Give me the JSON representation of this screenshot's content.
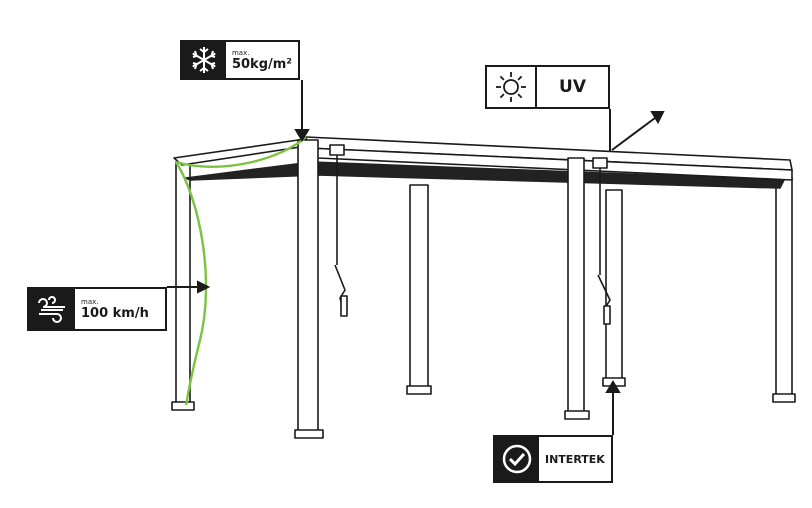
{
  "badges": {
    "snow": {
      "small": "max.",
      "big": "50kg/m²",
      "icon": "snowflake-icon"
    },
    "uv": {
      "big": "UV",
      "icon": "sun-icon"
    },
    "wind": {
      "small": "max.",
      "big": "100 km/h",
      "icon": "wind-icon"
    },
    "intertek": {
      "big": "INTERTEK",
      "icon": "checkmark-icon"
    }
  },
  "colors": {
    "line": "#1a1a1a",
    "accent": "#7cc242",
    "roof": "#222222"
  }
}
